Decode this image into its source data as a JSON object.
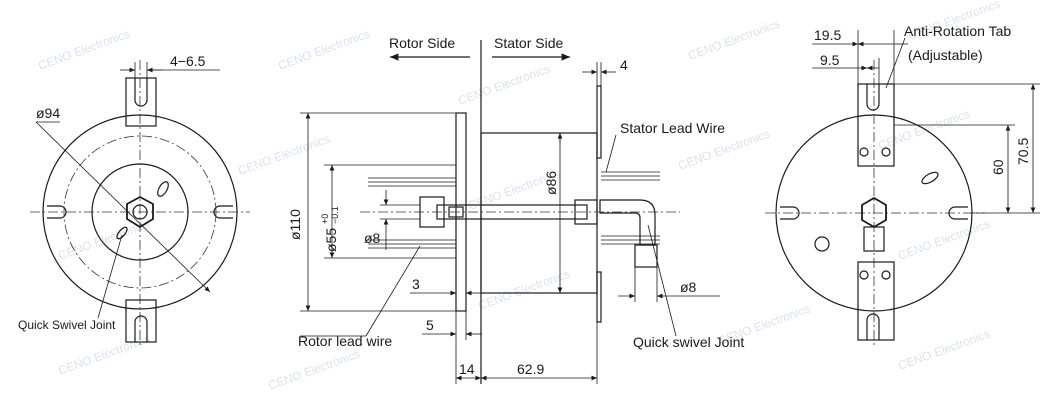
{
  "labels": {
    "rotor_side": "Rotor Side",
    "stator_side": "Stator Side",
    "stator_lead_wire": "Stator Lead Wire",
    "rotor_lead_wire": "Rotor lead wire",
    "quick_swivel_joint_left": "Quick Swivel Joint",
    "quick_swivel_joint_right": "Quick swivel Joint",
    "anti_rotation_tab": "Anti-Rotation Tab",
    "adjustable": "(Adjustable)"
  },
  "dimensions": {
    "slot_width": "4−6.5",
    "dia_94": "ø94",
    "dia_110": "ø110",
    "dia_55_base": "ø55",
    "dia_55_tol_upper": "+0",
    "dia_55_tol_lower": "−0.1",
    "dia_8_left": "ø8",
    "dia_8_right": "ø8",
    "dia_86": "ø86",
    "flange_4": "4",
    "dim_3": "3",
    "dim_5": "5",
    "dim_14": "14",
    "dim_62_9": "62.9",
    "dim_19_5": "19.5",
    "dim_9_5": "9.5",
    "dim_60": "60",
    "dim_70_5": "70.5"
  },
  "watermark": "CENO Electronics"
}
